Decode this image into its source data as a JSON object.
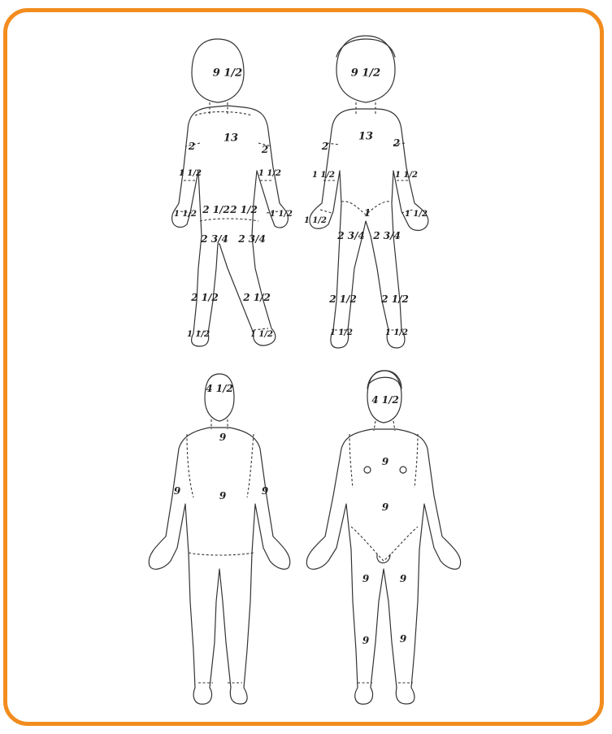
{
  "colors": {
    "frame_border": "#f28c1e",
    "line": "#333333"
  },
  "figures": {
    "child_back": {
      "head": "9 1/2",
      "trunk": "13",
      "upper_arm_left": "2",
      "upper_arm_right": "2",
      "forearm_left": "1 1/2",
      "forearm_right": "1 1/2",
      "hand_left": "1 1/2",
      "hand_right": "1 1/2",
      "buttock_left": "2 1/2",
      "buttock_right": "2 1/2",
      "thigh_left": "2 3/4",
      "thigh_right": "2 3/4",
      "leg_left": "2 1/2",
      "leg_right": "2 1/2",
      "foot_left": "1 1/2",
      "foot_right": "1 1/2"
    },
    "child_front": {
      "head": "9 1/2",
      "trunk": "13",
      "upper_arm_left": "2",
      "upper_arm_right": "2",
      "forearm_left": "1 1/2",
      "forearm_right": "1 1/2",
      "hand_left": "1 1/2",
      "hand_right": "1 1/2",
      "genitals": "1",
      "thigh_left": "2 3/4",
      "thigh_right": "2 3/4",
      "leg_left": "2 1/2",
      "leg_right": "2 1/2",
      "foot_left": "1 1/2",
      "foot_right": "1 1/2"
    },
    "adult_back": {
      "head": "4 1/2",
      "upper_back": "9",
      "lower_back": "9",
      "arm_left": "9",
      "arm_right": "9"
    },
    "adult_front": {
      "head": "4 1/2",
      "chest": "9",
      "abdomen": "9",
      "thigh_left": "9",
      "thigh_right": "9",
      "leg_left": "9",
      "leg_right": "9"
    }
  }
}
